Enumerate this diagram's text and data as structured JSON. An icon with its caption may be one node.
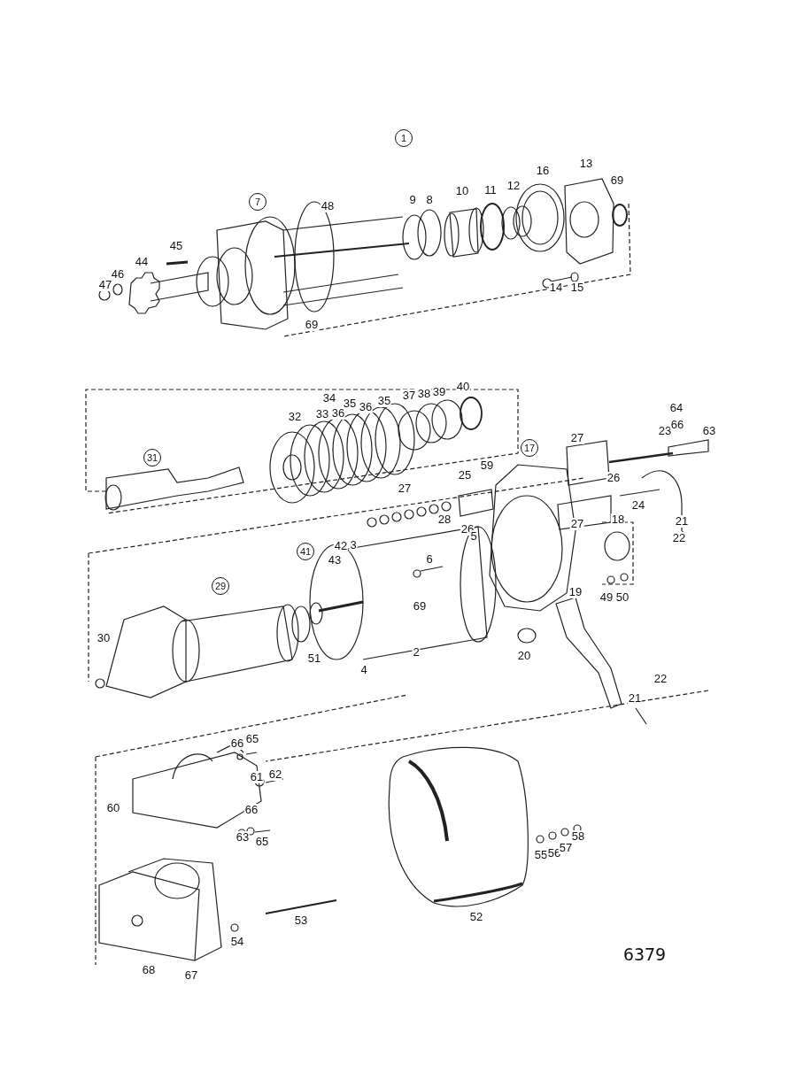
{
  "diagram": {
    "nodes": [
      {
        "text": [
          "1"
        ]
      },
      {
        "text": [
          "7"
        ]
      },
      {
        "text": [
          "31"
        ]
      },
      {
        "text": [
          "17"
        ]
      },
      {
        "text": [
          "41"
        ]
      },
      {
        "text": [
          "29"
        ]
      }
    ],
    "labels": [
      "48",
      "9",
      "8",
      "10",
      "11",
      "12",
      "16",
      "13",
      "69",
      "45",
      "44",
      "46",
      "47",
      "14",
      "15",
      "69",
      "34",
      "40",
      "37",
      "38",
      "39",
      "35",
      "36",
      "35",
      "33",
      "36",
      "32",
      "64",
      "23",
      "66",
      "63",
      "27",
      "59",
      "25",
      "26",
      "27",
      "24",
      "28",
      "26",
      "5",
      "27",
      "18",
      "21",
      "22",
      "43",
      "42",
      "3",
      "6",
      "49",
      "50",
      "69",
      "19",
      "30",
      "51",
      "2",
      "20",
      "4",
      "22",
      "21",
      "66",
      "65",
      "61",
      "62",
      "60",
      "66",
      "63",
      "65",
      "55",
      "56",
      "57",
      "58",
      "52",
      "53",
      "54",
      "68",
      "67",
      "6379"
    ]
  }
}
